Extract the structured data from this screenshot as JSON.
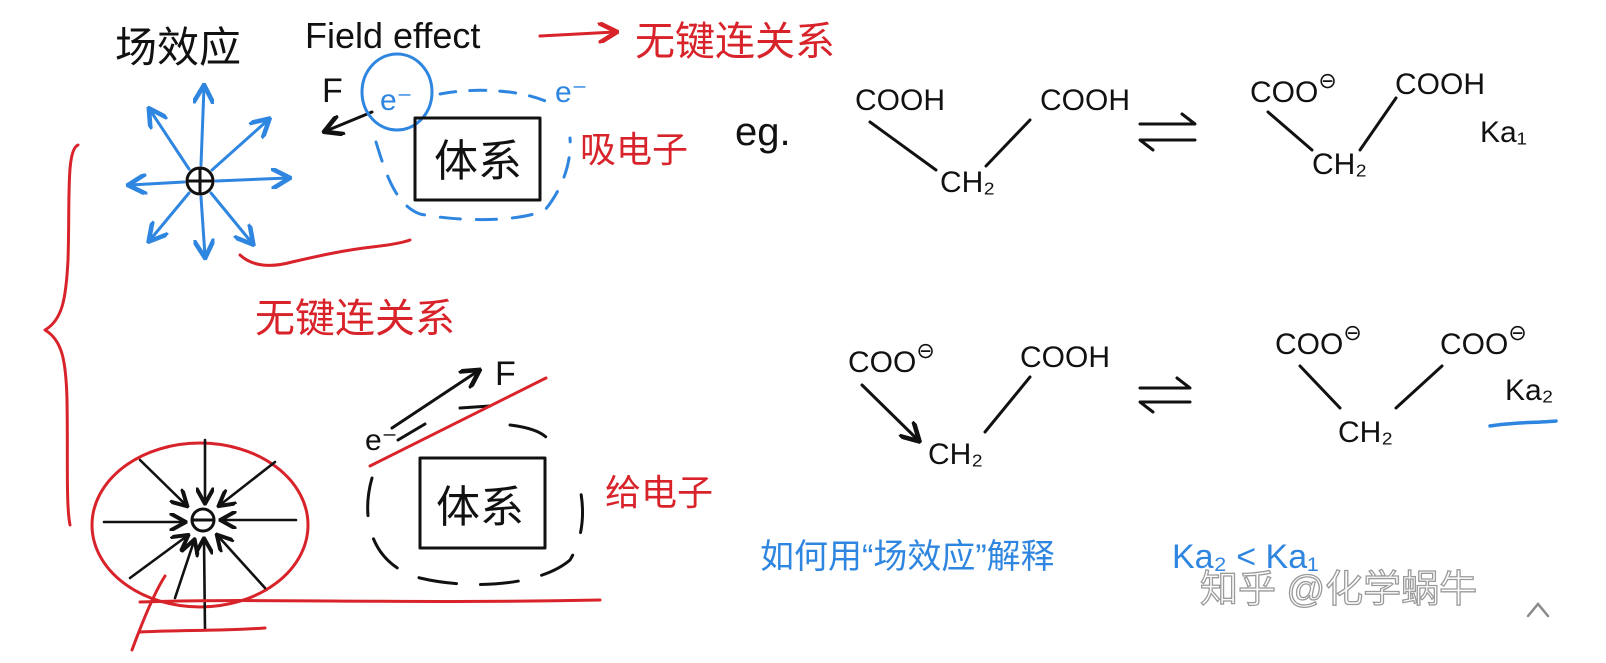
{
  "colors": {
    "ink": "#111111",
    "red": "#d8232a",
    "blue": "#2f86e0"
  },
  "icons": {
    "field_center_top": "positive-charge-icon",
    "field_center_bottom": "negative-charge-icon",
    "equilibrium": "equilibrium-arrows-icon"
  },
  "left": {
    "title_cn": "场效应",
    "title_en": "Field effect",
    "top_note": "无键连关系",
    "middle_note": "无键连关系",
    "upper": {
      "force_label": "F",
      "electron_circled": "e⁻",
      "electron_side": "e⁻",
      "system_label": "体系",
      "effect_label": "吸电子"
    },
    "lower": {
      "electron": "e⁻",
      "force_label": "F",
      "system_label": "体系",
      "effect_label": "给电子"
    }
  },
  "right": {
    "eg_label": "eg.",
    "row1": {
      "left": {
        "group_a": "COOH",
        "group_b": "COOH",
        "center": "CH₂"
      },
      "right": {
        "group_a_base": "COO",
        "group_a_charge": "⊖",
        "group_b": "COOH",
        "center": "CH₂"
      },
      "constant": "Ka₁"
    },
    "row2": {
      "left": {
        "group_a_base": "COO",
        "group_a_charge": "⊖",
        "group_b": "COOH",
        "center": "CH₂"
      },
      "right": {
        "group_a_base": "COO",
        "group_a_charge": "⊖",
        "group_b_base": "COO",
        "group_b_charge": "⊖",
        "center": "CH₂"
      },
      "constant": "Ka₂"
    }
  },
  "question": {
    "text": "如何用“场效应”解释",
    "relation": "Ka₂ < Ka₁"
  },
  "watermark": "知乎 @化学蜗牛"
}
